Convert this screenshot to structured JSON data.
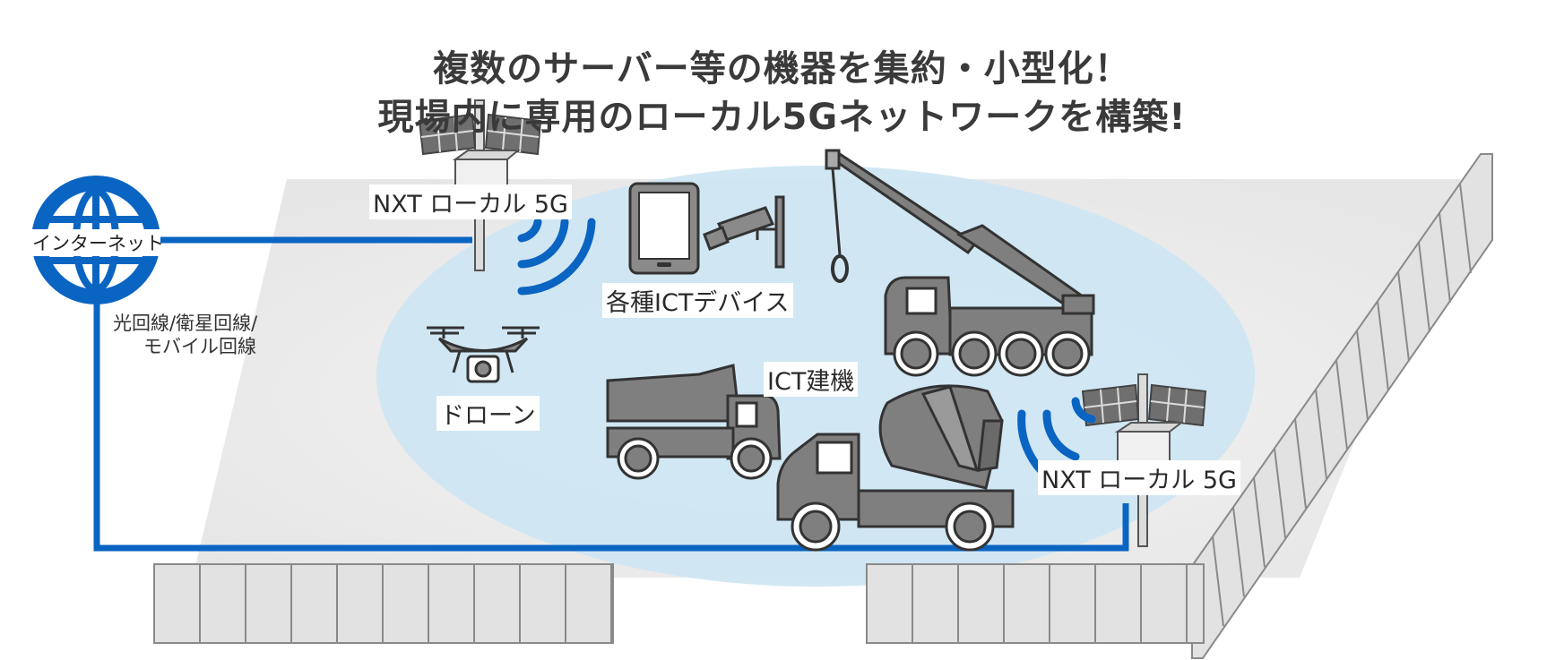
{
  "title": {
    "line1": "複数のサーバー等の機器を集約・小型化！",
    "line2": "現場内に専用のローカル5Gネットワークを構築!"
  },
  "labels": {
    "internet": "インターネット",
    "lines_1": "光回線/衛星回線/",
    "lines_2": "モバイル回線",
    "nxt_top": "NXT ローカル 5G",
    "nxt_bottom": "NXT ローカル 5G",
    "ict_devices": "各種ICTデバイス",
    "drone": "ドローン",
    "ict_machines": "ICT建機"
  },
  "colors": {
    "link_blue": "#0a64c2",
    "coverage": "#cfe6f3",
    "ground": "#efefef",
    "equipment": "#7f7f7f",
    "fence": "#dedede"
  }
}
